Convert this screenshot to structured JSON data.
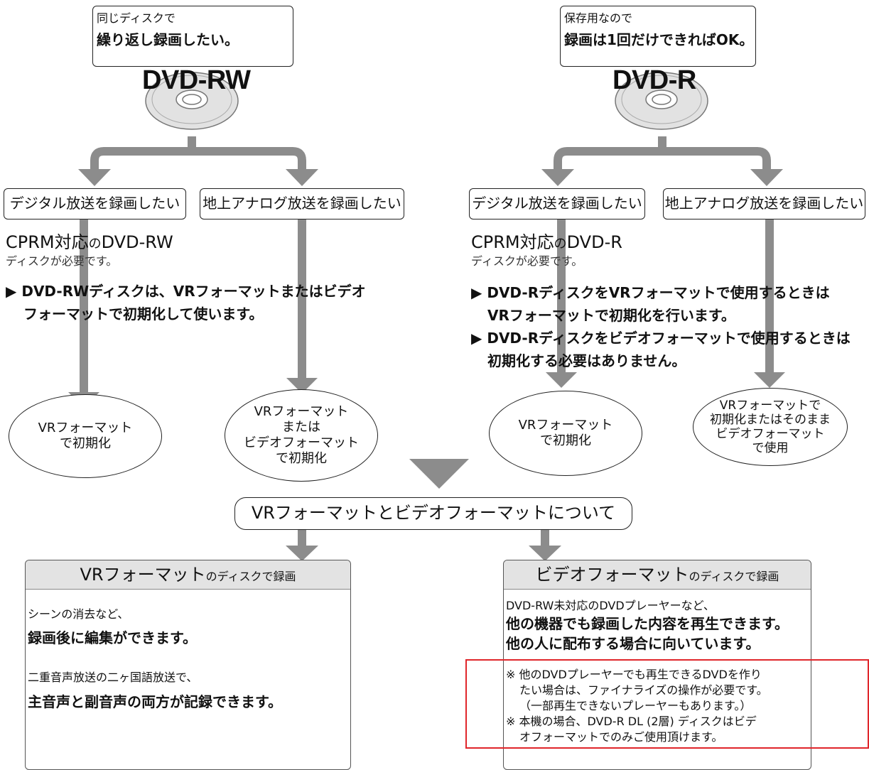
{
  "left": {
    "note_small": "同じディスクで",
    "note_big": "繰り返し録画したい。",
    "disc_title": "DVD-RW",
    "branch_digital": "デジタル放送を録画したい",
    "branch_analog": "地上アナログ放送を録画したい",
    "req_main_a": "CPRM対応",
    "req_main_b": "の",
    "req_main_c": "DVD-RW",
    "req_sub": "ディスクが必要です。",
    "bullet1_line1": "▶ DVD-RWディスクは、VRフォーマットまたはビデオ",
    "bullet1_line2": "フォーマットで初期化して使います。",
    "ellipse1": [
      "VRフォーマット",
      "で初期化"
    ],
    "ellipse2": [
      "VRフォーマット",
      "または",
      "ビデオフォーマット",
      "で初期化"
    ]
  },
  "right": {
    "note_small": "保存用なので",
    "note_big": "録画は1回だけできればOK。",
    "disc_title": "DVD-R",
    "branch_digital": "デジタル放送を録画したい",
    "branch_analog": "地上アナログ放送を録画したい",
    "req_main_a": "CPRM対応",
    "req_main_b": "の",
    "req_main_c": "DVD-R",
    "req_sub": "ディスクが必要です。",
    "bullet1_line1": "▶ DVD-RディスクをVRフォーマットで使用するときは",
    "bullet1_line2": "VRフォーマットで初期化を行います。",
    "bullet2_line1": "▶ DVD-Rディスクをビデオフォーマットで使用するときは",
    "bullet2_line2": "初期化する必要はありません。",
    "ellipse1": [
      "VRフォーマット",
      "で初期化"
    ],
    "ellipse2": [
      "VRフォーマットで",
      "初期化またはそのまま",
      "ビデオフォーマット",
      "で使用"
    ]
  },
  "center_title": "VRフォーマットとビデオフォーマットについて",
  "vr_panel": {
    "head_big": "VRフォーマット",
    "head_small": "のディスクで録画",
    "p1_small": "シーンの消去など、",
    "p1_big": "録画後に編集ができます。",
    "p2_small": "二重音声放送の二ヶ国語放送で、",
    "p2_big": "主音声と副音声の両方が記録できます。"
  },
  "video_panel": {
    "head_big": "ビデオフォーマット",
    "head_small": "のディスクで録画",
    "p1_small": "DVD-RW未対応のDVDプレーヤーなど、",
    "p1_big1": "他の機器でも録画した内容を再生できます。",
    "p1_big2": "他の人に配布する場合に向いています。",
    "remarks": [
      "※ 他のDVDプレーヤーでも再生できるDVDを作り",
      "たい場合は、ファイナライズの操作が必要です。",
      "（一部再生できないプレーヤーもあります。）",
      "※ 本機の場合、DVD-R DL (2層) ディスクはビデ",
      "オフォーマットでのみご使用頂けます。"
    ]
  },
  "colors": {
    "arrow": "#8c8c8c",
    "panel_head": "#e3e3e3",
    "highlight": "#e0262b"
  }
}
